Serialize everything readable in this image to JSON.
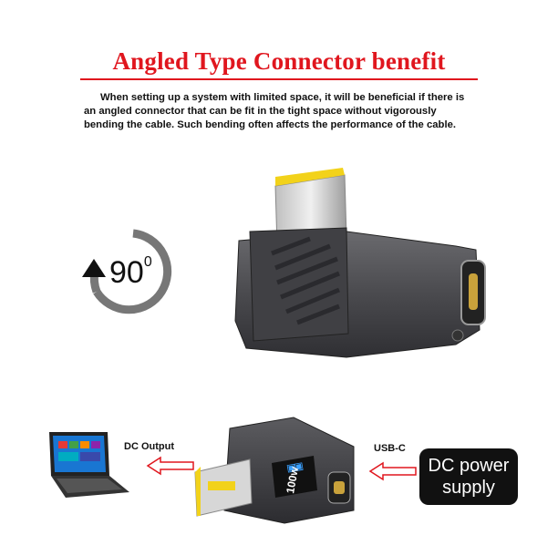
{
  "header": {
    "title": "Angled Type Connector benefit",
    "description": "When setting up a system with limited space, it will be beneficial if there is an angled connector that can be fit in the tight space without vigorously bending the cable. Such bending often affects the performance of the cable."
  },
  "rotation": {
    "value": "90",
    "unit": "0"
  },
  "diagram": {
    "dc_output_label": "DC Output",
    "usb_c_label": "USB-C",
    "power_box_line1": "DC power",
    "power_box_line2": "supply",
    "display_value": "100w"
  },
  "colors": {
    "accent": "#e0161e",
    "connector_tip": "#f2d21a",
    "body_metal": "#4a4a4e"
  }
}
